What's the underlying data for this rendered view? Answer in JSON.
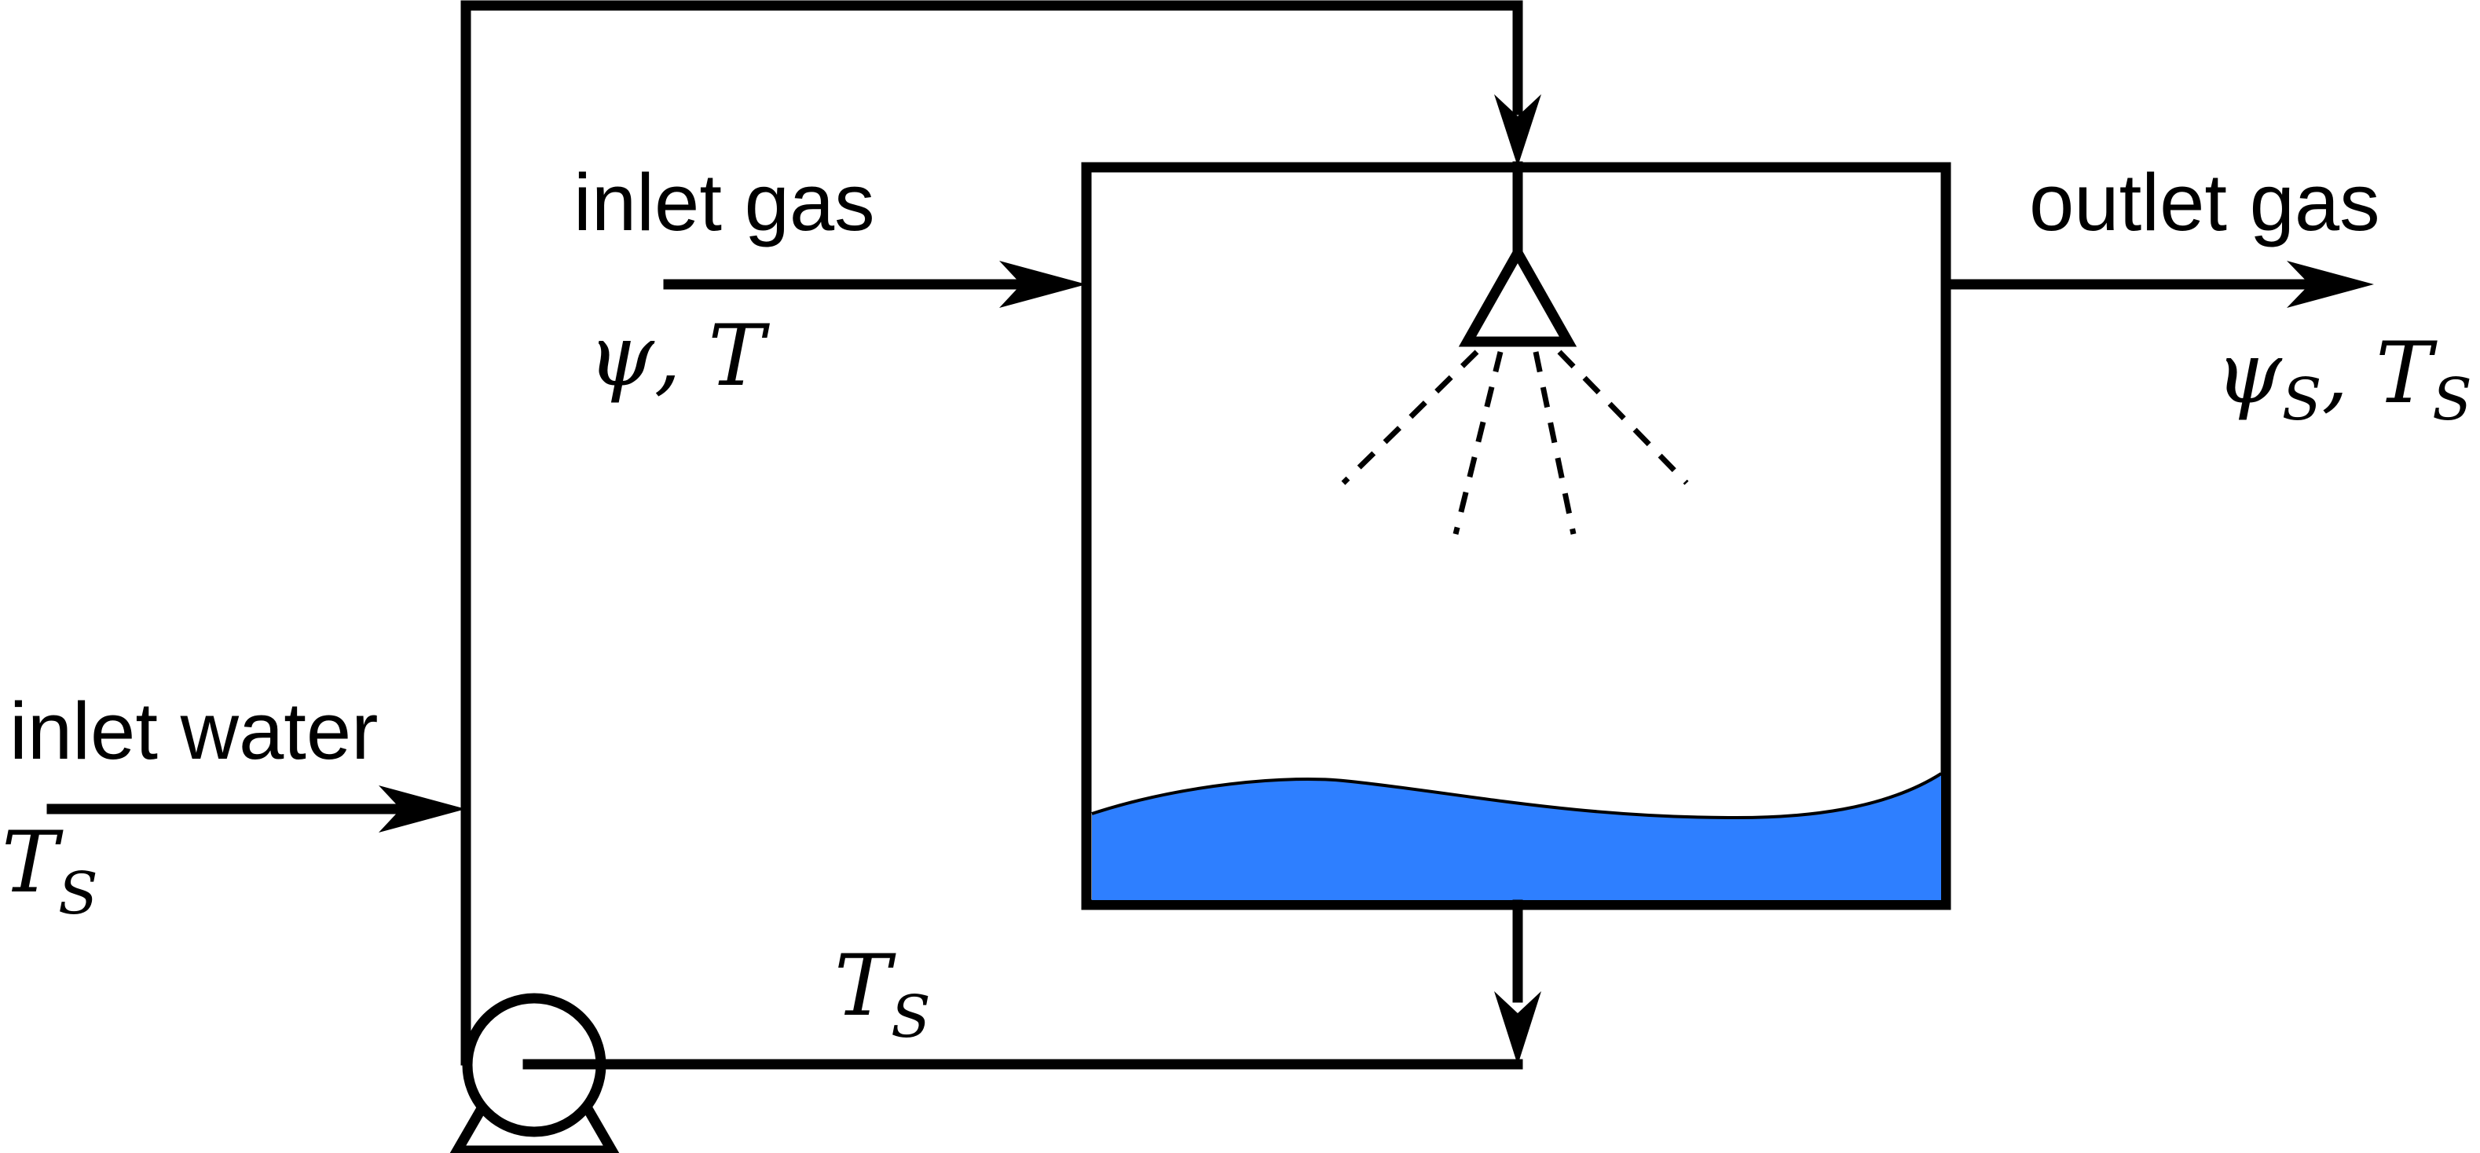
{
  "labels": {
    "inlet_gas": "inlet gas",
    "outlet_gas": "outlet gas",
    "inlet_water": "inlet water"
  },
  "math": {
    "inlet_gas_psi": "ψ",
    "inlet_gas_sep": ", ",
    "inlet_gas_T": "T",
    "outlet_gas_psi": "ψ",
    "outlet_gas_psi_sub": "S",
    "outlet_gas_sep": ", ",
    "outlet_gas_T": "T",
    "outlet_gas_T_sub": "S",
    "inlet_water_T": "T",
    "inlet_water_T_sub": "S",
    "recycle_T": "T",
    "recycle_T_sub": "S"
  },
  "colors": {
    "water": "#2e7fff",
    "stroke": "#000000"
  },
  "icons": {
    "nozzle": "spray-nozzle-icon",
    "pump": "pump-icon"
  }
}
